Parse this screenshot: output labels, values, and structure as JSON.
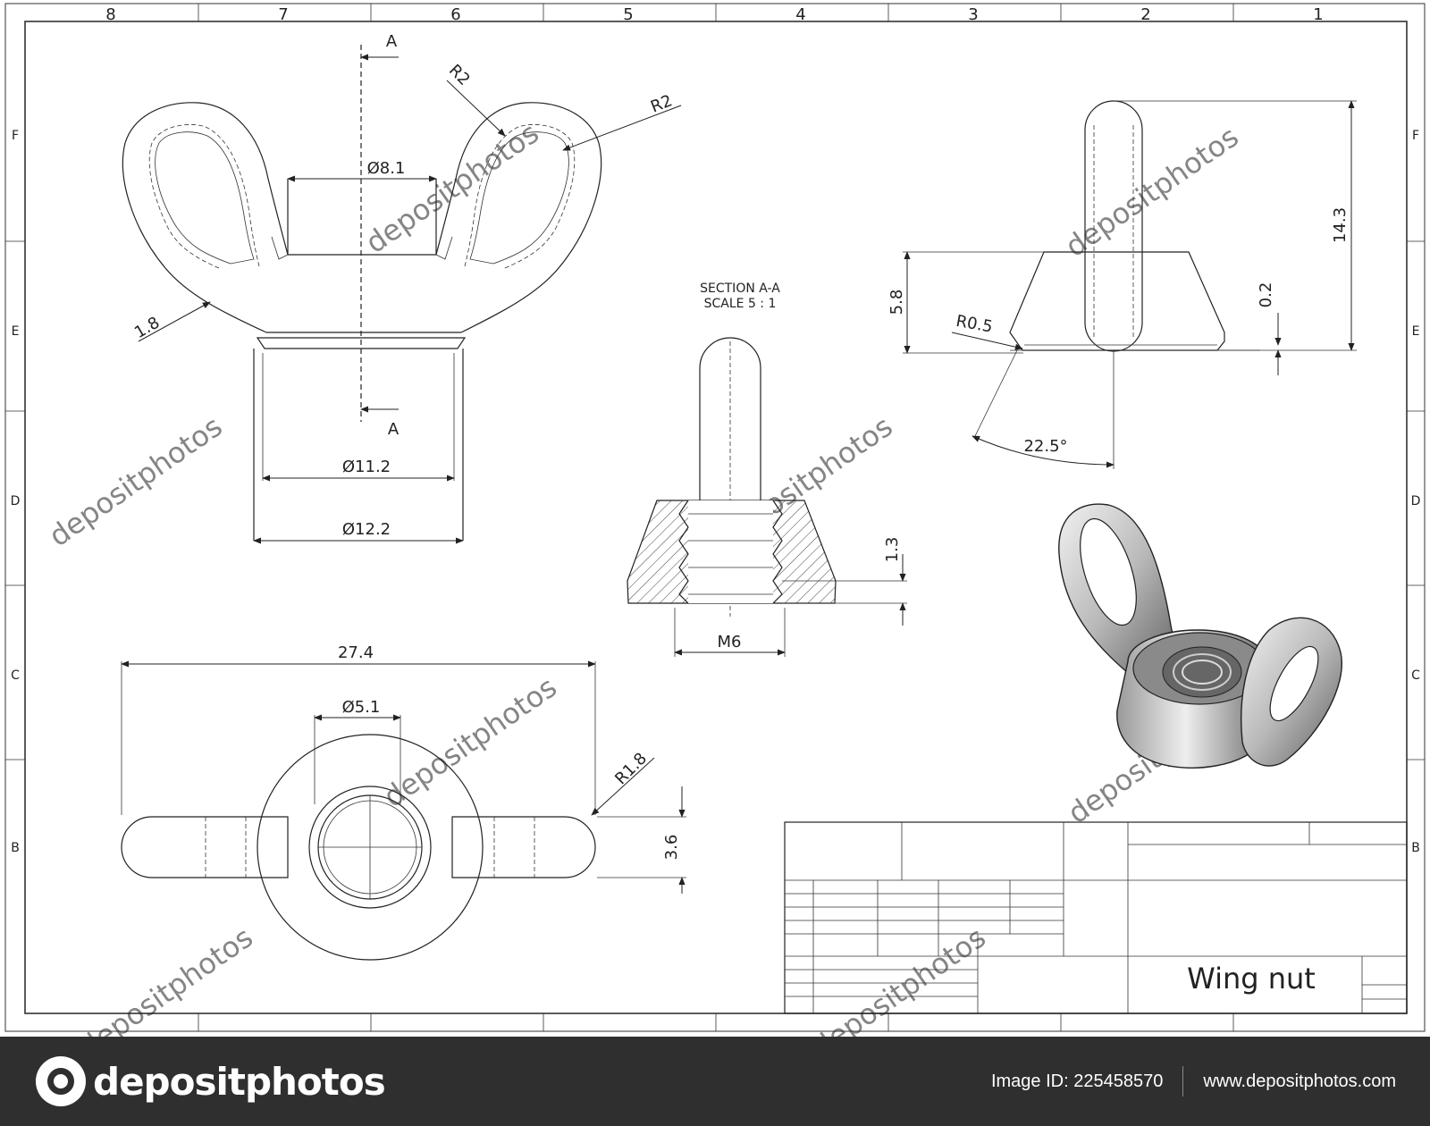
{
  "border": {
    "columns": [
      "8",
      "7",
      "6",
      "5",
      "4",
      "3",
      "2",
      "1"
    ],
    "rows": [
      "F",
      "E",
      "D",
      "C",
      "B"
    ]
  },
  "front_view": {
    "section_mark": "A",
    "dim_bore": "Ø8.1",
    "dim_inner": "Ø11.2",
    "dim_outer": "Ø12.2",
    "dim_radius_left": "R2",
    "dim_radius_right": "R2",
    "dim_wall": "1.8"
  },
  "section_view": {
    "title": "SECTION A-A",
    "scale": "SCALE 5 : 1",
    "dim_thread": "M6",
    "dim_pitch": "1.3"
  },
  "side_view": {
    "dim_height": "14.3",
    "dim_base": "5.8",
    "dim_gap": "0.2",
    "dim_fillet": "R0.5",
    "dim_angle": "22.5°"
  },
  "top_view": {
    "dim_span": "27.4",
    "dim_hole": "Ø5.1",
    "dim_wing_radius": "R1.8",
    "dim_wing_width": "3.6"
  },
  "title_block": {
    "drawing_title": "Wing nut"
  },
  "watermark": {
    "text": "depositphotos"
  },
  "footer": {
    "brand": "depositphotos",
    "image_id": "Image ID: 225458570",
    "url": "www.depositphotos.com"
  },
  "colors": {
    "footer_bg": "#2f2f2f",
    "line": "#222222"
  }
}
